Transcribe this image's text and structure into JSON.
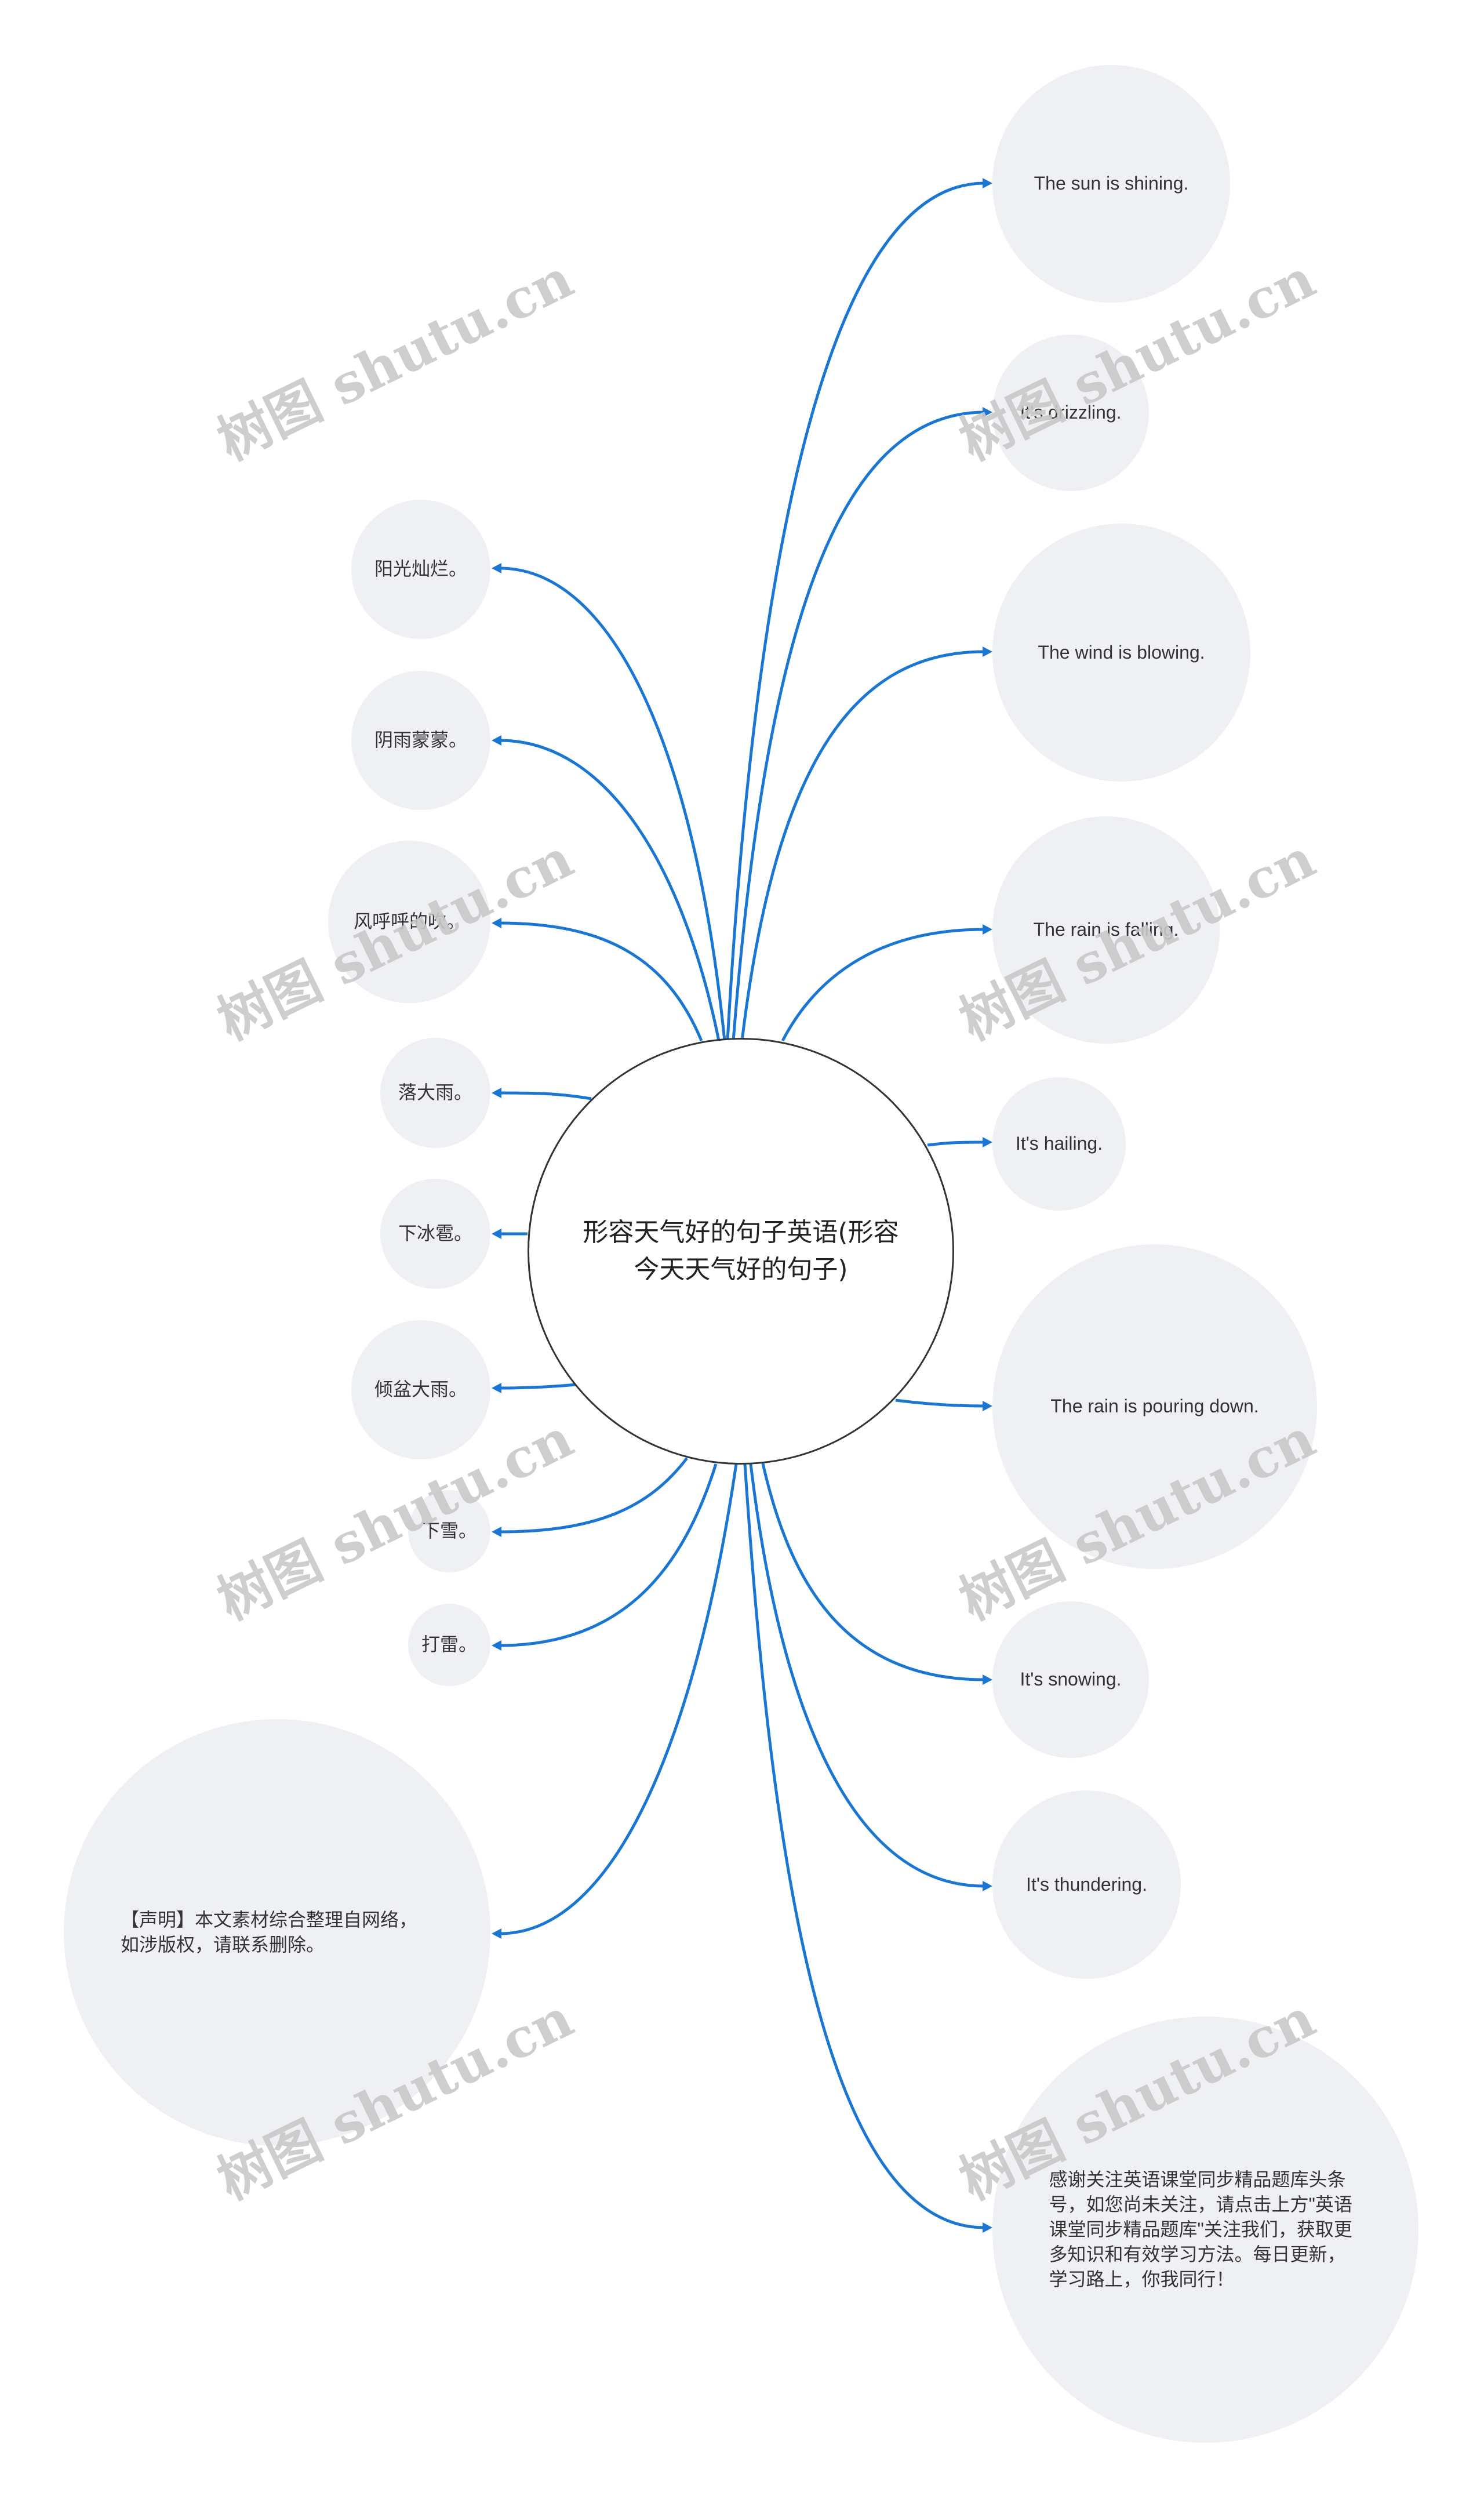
{
  "center": {
    "title": "形容天气好的句子英语(形容今天天气好的句子)"
  },
  "right_nodes": [
    "The sun is shining.",
    "It's drizzling.",
    "The wind is blowing.",
    "The rain is falling.",
    "It's hailing.",
    "The rain is pouring down.",
    "It's snowing.",
    "It's thundering.",
    "感谢关注英语课堂同步精品题库头条号，如您尚未关注，请点击上方\"英语课堂同步精品题库\"关注我们，获取更多知识和有效学习方法。每日更新，学习路上，你我同行！"
  ],
  "left_nodes": [
    "阳光灿烂。",
    "阴雨蒙蒙。",
    "风呼呼的吹。",
    "落大雨。",
    "下冰雹。",
    "倾盆大雨。",
    "下雪。",
    "打雷。",
    "【声明】本文素材综合整理自网络，如涉版权，请联系删除。"
  ],
  "watermark": "树图 shutu.cn",
  "colors": {
    "link": "#1976d2",
    "node_fill": "#eef0f4",
    "center_border": "#333333"
  }
}
